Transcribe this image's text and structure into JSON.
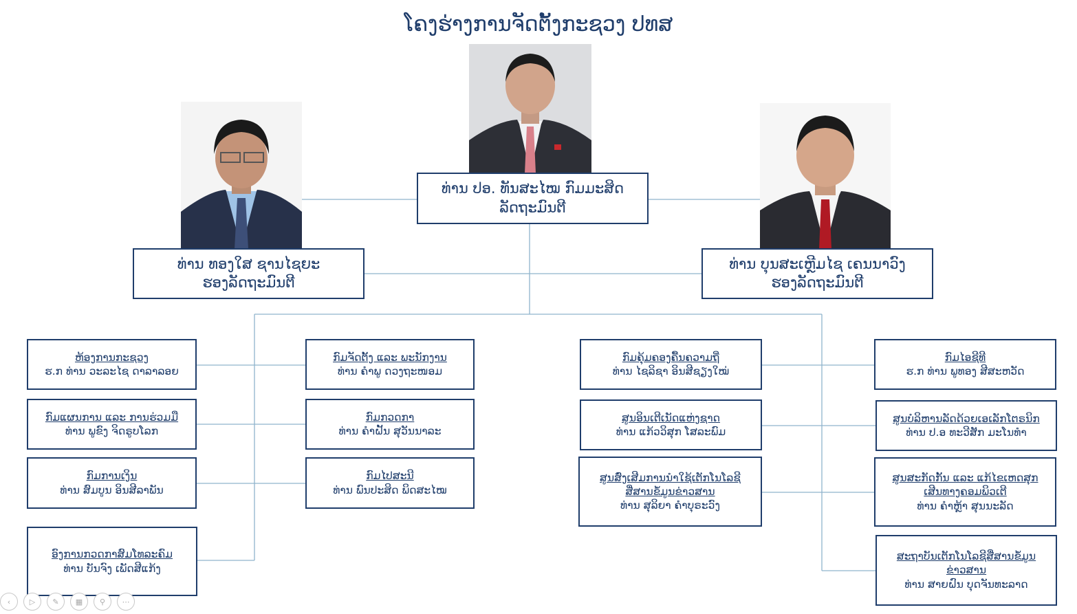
{
  "title": "ໂຄງຮ່າງການຈັດຕັ້ງກະຊວງ ປທສ",
  "minister": {
    "line1": "ທ່ານ ປອ. ທັນສະໄໝ ກົມມະສິດ",
    "line2": "ລັດຖະມົນຕີ"
  },
  "deputy_left": {
    "line1": "ທ່ານ ທອງໃສ ຊານໄຊຍະ",
    "line2": "ຮອງລັດຖະມົນຕີ"
  },
  "deputy_right": {
    "line1": "ທ່ານ ບຸນສະເຫຼີມໄຊ ເຄນນາວົງ",
    "line2": "ຮອງລັດຖະມົນຕີ"
  },
  "left_col1": [
    {
      "dept": "ຫ້ອງການກະຊວງ",
      "head": "ຮ.ກ ທ່ານ ວະລະໄຊ ດາລາລອຍ"
    },
    {
      "dept": "ກົມແຜນການ ແລະ ການຮ່ວມມື",
      "head": "ທ່ານ ພູຂົງ ຈິດຣູບໂລກ"
    },
    {
      "dept": "ກົມການເງິນ",
      "head": "ທ່ານ ສົມບູນ ອິນສີລາພັນ"
    },
    {
      "dept": "ອົງການກວດກາສົມໂທລະຄົມ",
      "head": "ທ່ານ ບັນຈົງ ເພັດສີແກ້ງ"
    }
  ],
  "left_col2": [
    {
      "dept": "ກົມຈັດຕັ້ງ ແລະ ພະນັກງານ",
      "head": "ທ່ານ ຄຳພູ ດວງຖະໜອມ"
    },
    {
      "dept": "ກົມກວດກາ",
      "head": "ທ່ານ ຄຳຝັ້ນ ສຸວັນນາລະ"
    },
    {
      "dept": "ກົມໄປສະນີ",
      "head": "ທ່ານ ພົນປະສິດ ພິດສະໄໝ"
    }
  ],
  "right_col1": [
    {
      "dept": "ກົມຄຸ້ມຄອງຄື້ນຄວາມຖີ່",
      "head": "ທ່ານ ໄຊລິຊາ ອິນສີຊຽງໃໝ່"
    },
    {
      "dept": "ສູນອິນເຕີເນັດແຫ່ງຊາດ",
      "head": "ທ່ານ ແກ້ວວິສຸກ ໂສລະພົມ"
    },
    {
      "dept": "ສູນສົ່ງເສີມການນຳໃຊ້ເຕັກໂນໂລຊີ",
      "dept2": "ສື່ສານຂໍ້ມູນຂ່າວສານ",
      "head": "ທ່ານ ສຸລິຍາ ຄຳບຸຣະວົງ"
    }
  ],
  "right_col2": [
    {
      "dept": "ກົມໄອຊີທີ",
      "head": "ຮ.ກ ທ່ານ ພູທອງ ສີສະຫວັດ"
    },
    {
      "dept": "ສູນບໍລິຫານລັດດ້ວຍເອເລັກໂຕຣນິກ",
      "head": "ທ່ານ ປ.ອ ທະວີສັກ ມະໂນທຳ"
    },
    {
      "dept": "ສູນສະກັດກັ້ນ ແລະ ແກ້ໄຂເຫດສຸກ",
      "dept2": "ເສີນທາງຄອມພິວເຕີ",
      "head": "ທ່ານ ຄຳຫຼ້າ ສຸນນະລັດ"
    },
    {
      "dept": "ສະຖາບັນເຕັກໂນໂລຊີສື່ສານຂໍ້ມູນ",
      "dept2": "ຂ່າວສານ",
      "head": "ທ່ານ ສາຍຝົນ ບຸດຈັນທະລາດ"
    }
  ],
  "colors": {
    "primary": "#1f3d6b",
    "connector": "#8fb3cc",
    "background": "#ffffff"
  },
  "toolbar_icons": [
    "back-icon",
    "play-icon",
    "pen-icon",
    "grid-icon",
    "zoom-icon",
    "more-icon"
  ]
}
